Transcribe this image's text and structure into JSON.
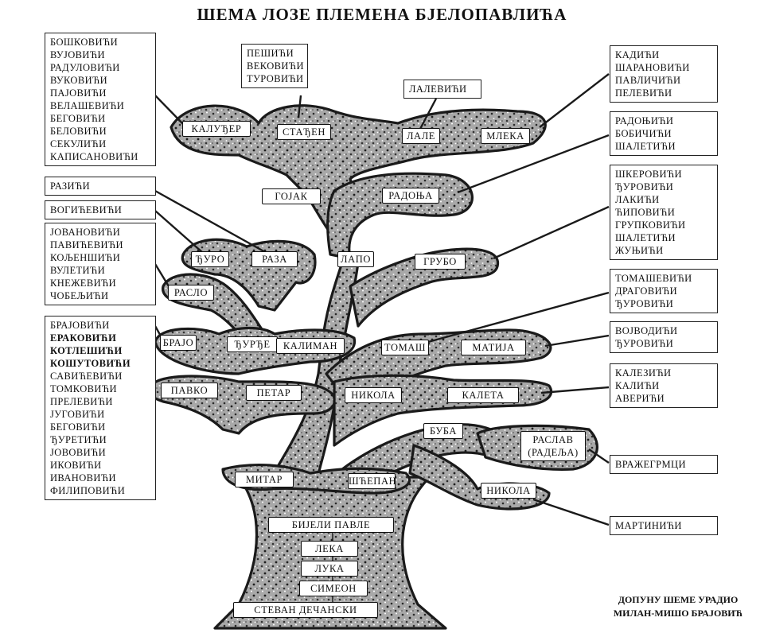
{
  "title": "ШЕМА ЛОЗЕ ПЛЕМЕНА БЈЕЛОПАВЛИЋА",
  "credit": {
    "line1": "ДОПУНУ ШЕМЕ УРАДИО",
    "line2": "МИЛАН-МИШО БРАЈОВИЋ"
  },
  "colors": {
    "branch_fill": "#9a9a9a",
    "outline": "#1a1a1a",
    "box_border": "#222222"
  },
  "nodes": {
    "kaluder": "КАЛУЂЕР",
    "stadjen": "СТАЂЕН",
    "lale": "ЛАЛЕ",
    "mleka": "МЛЕКА",
    "gojak": "ГОЈАК",
    "radonja": "РАДОЊА",
    "djuro": "ЂУРО",
    "raza": "РАЗА",
    "lapo": "ЛАПО",
    "grubo": "ГРУБО",
    "raslo": "РАСЛО",
    "brajo": "БРАЈО",
    "djurdje": "ЂУРЂЕ",
    "kaliman": "КАЛИМАН",
    "tomas": "ТОМАШ",
    "matija": "МАТИЈА",
    "pavko": "ПАВКО",
    "petar": "ПЕТАР",
    "nikola1": "НИКОЛА",
    "kaleta": "КАЛЕТА",
    "buba": "БУБА",
    "raslav_line1": "РАСЛАВ",
    "raslav_line2": "(РАДЕЉА)",
    "nikola2": "НИКОЛА",
    "mitar": "МИТАР",
    "stepan": "ШЋЕПАН",
    "bijeli_pavle": "БИЈЕЛИ ПАВЛЕ",
    "leka": "ЛЕКА",
    "luka": "ЛУКА",
    "simeon": "СИМЕОН",
    "stevan": "СТЕВАН ДЕЧАНСКИ"
  },
  "lists": {
    "kaluder_families": [
      "БОШКОВИЋИ",
      "ВУЈОВИЋИ",
      "РАДУЛОВИЋИ",
      "ВУКОВИЋИ",
      "ПАЈОВИЋИ",
      "ВЕЛАШЕВИЋИ",
      "БЕГОВИЋИ",
      "БЕЛОВИЋИ",
      "СЕКУЛИЋИ",
      "КАПИСАНОВИЋИ"
    ],
    "stadjen_families": [
      "ПЕШИЋИ",
      "ВЕКОВИЋИ",
      "ТУРОВИЋИ"
    ],
    "lale_families": [
      "ЛАЛЕВИЋИ"
    ],
    "mleka_families": [
      "КАДИЋИ",
      "ШАРАНОВИЋИ",
      "ПАВЛИЧИЋИ",
      "ПЕЛЕВИЋИ"
    ],
    "radonja_families": [
      "РАДОЊИЋИ",
      "БОБИЧИЋИ",
      "ШАЛЕТИЋИ"
    ],
    "raza_families": [
      "РАЗИЋИ"
    ],
    "djuro_families": [
      "ВОГИЋЕВИЋИ"
    ],
    "grubo_families": [
      "ШКЕРОВИЋИ",
      "ЂУРОВИЋИ",
      "ЛАКИЋИ",
      "ЋИПОВИЋИ",
      "ГРУПКОВИЋИ",
      "ШАЛЕТИЋИ",
      "ЖУЊИЋИ"
    ],
    "raslo_families": [
      "ЈОВАНОВИЋИ",
      "ПАВИЋЕВИЋИ",
      "КОЉЕНШИЋИ",
      "ВУЛЕТИЋИ",
      "КНЕЖЕВИЋИ",
      "ЧОБЕЉИЋИ"
    ],
    "tomas_families": [
      "ТОМАШЕВИЋИ",
      "ДРАГОВИЋИ",
      "ЂУРОВИЋИ"
    ],
    "matija_families": [
      "ВОЈВОДИЋИ",
      "ЂУРОВИЋИ"
    ],
    "kaleta_families": [
      "КАЛЕЗИЋИ",
      "КАЛИЋИ",
      "АВЕРИЋИ"
    ],
    "raslav_families": [
      "ВРАЖЕГРМЦИ"
    ],
    "nikola2_families": [
      "МАРТИНИЋИ"
    ],
    "brajo_families": [
      "БРАЈОВИЋИ",
      "ЕРАКОВИЋИ",
      "КОТЛЕШИЋИ",
      "КОШУТОВИЋИ",
      "САВИЋЕВИЋИ",
      "ТОМКОВИЋИ",
      "ПРЕЛЕВИЋИ",
      "ЈУГОВИЋИ",
      "БЕГОВИЋИ",
      "ЂУРЕТИЋИ",
      "ЈОВОВИЋИ",
      "ИКОВИЋИ",
      "ИВАНОВИЋИ",
      "ФИЛИПОВИЋИ"
    ]
  }
}
